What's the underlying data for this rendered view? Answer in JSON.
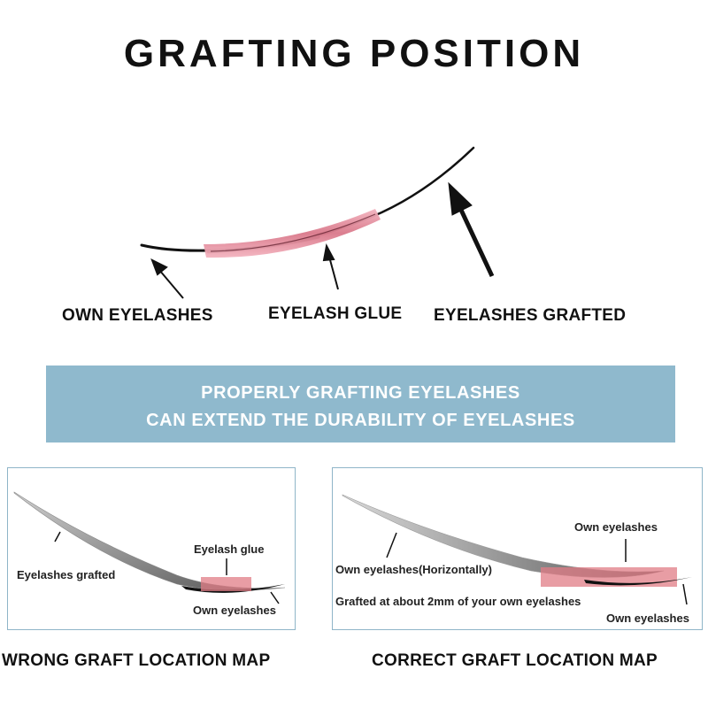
{
  "title": "GRAFTING POSITION",
  "top_diagram": {
    "labels": {
      "own": "OWN EYELASHES",
      "glue": "EYELASH GLUE",
      "grafted": "EYELASHES GRAFTED"
    }
  },
  "banner": {
    "line1": "PROPERLY GRAFTING EYELASHES",
    "line2": "CAN EXTEND THE DURABILITY OF EYELASHES"
  },
  "wrong_panel": {
    "label_glue": "Eyelash glue",
    "label_grafted": "Eyelashes grafted",
    "label_own": "Own eyelashes",
    "caption": "WRONG GRAFT LOCATION MAP"
  },
  "correct_panel": {
    "label_own_top": "Own eyelashes",
    "label_horizontal": "Own eyelashes(Horizontally)",
    "label_grafted_at": "Grafted at about 2mm of your own eyelashes",
    "label_own_bottom": "Own eyelashes",
    "caption": "CORRECT GRAFT LOCATION MAP"
  },
  "colors": {
    "banner": "#8fb9cd",
    "glue": "#e58a98",
    "panel_border": "#8fb5c8"
  }
}
